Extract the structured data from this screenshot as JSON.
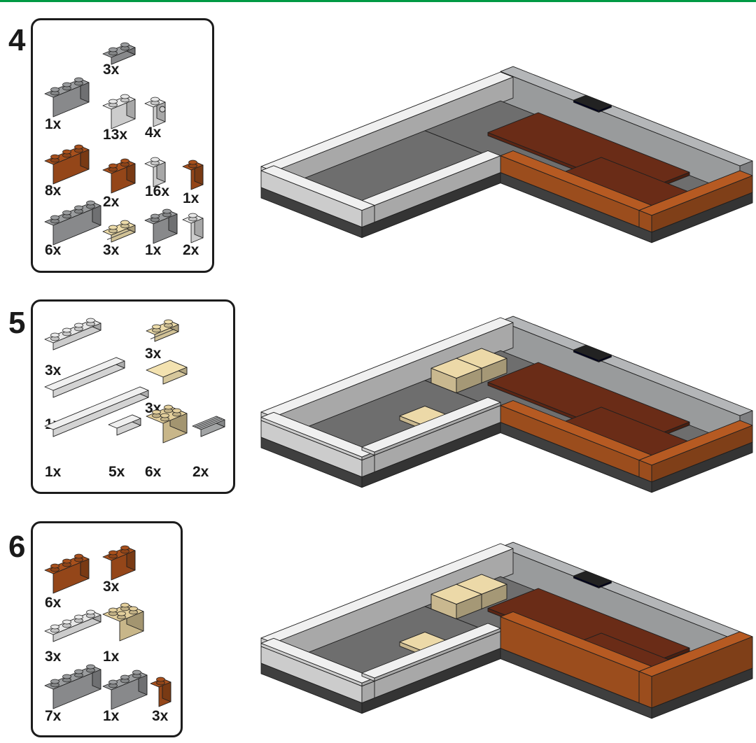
{
  "accent_color": "#009a44",
  "steps": [
    {
      "number": "4",
      "parts": [
        {
          "qty": "3x",
          "shape": "plate",
          "len": 2,
          "wid": 1,
          "color": "#9a9c9e"
        },
        {
          "qty": "1x",
          "shape": "brick",
          "len": 3,
          "wid": 1,
          "color": "#9a9c9e"
        },
        {
          "qty": "13x",
          "shape": "brick",
          "len": 2,
          "wid": 1,
          "color": "#e8e8e8"
        },
        {
          "qty": "4x",
          "shape": "clip-brick",
          "len": 1,
          "wid": 1,
          "color": "#e8e8e8"
        },
        {
          "qty": "8x",
          "shape": "brick",
          "len": 3,
          "wid": 1,
          "color": "#a8501c"
        },
        {
          "qty": "2x",
          "shape": "brick",
          "len": 2,
          "wid": 1,
          "color": "#a8501c"
        },
        {
          "qty": "16x",
          "shape": "round-brick",
          "len": 1,
          "wid": 1,
          "color": "#e8e8e8"
        },
        {
          "qty": "1x",
          "shape": "brick",
          "len": 1,
          "wid": 1,
          "color": "#a8501c"
        },
        {
          "qty": "6x",
          "shape": "brick",
          "len": 4,
          "wid": 1,
          "color": "#9a9c9e"
        },
        {
          "qty": "3x",
          "shape": "rail-plate",
          "len": 2,
          "wid": 1,
          "color": "#eddcaa"
        },
        {
          "qty": "1x",
          "shape": "brick",
          "len": 2,
          "wid": 1,
          "color": "#9a9c9e"
        },
        {
          "qty": "2x",
          "shape": "brick",
          "len": 1,
          "wid": 1,
          "color": "#e8e8e8"
        }
      ]
    },
    {
      "number": "5",
      "parts": [
        {
          "qty": "3x",
          "shape": "plate",
          "len": 4,
          "wid": 1,
          "color": "#e8e8e8"
        },
        {
          "qty": "1x",
          "shape": "tile",
          "len": 6,
          "wid": 1,
          "color": "#f0f0f0"
        },
        {
          "qty": "1x",
          "shape": "tile",
          "len": 8,
          "wid": 1,
          "color": "#f0f0f0"
        },
        {
          "qty": "5x",
          "shape": "tile",
          "len": 2,
          "wid": 1,
          "color": "#f0f0f0"
        },
        {
          "qty": "3x",
          "shape": "rail-plate",
          "len": 2,
          "wid": 1,
          "color": "#eddcaa"
        },
        {
          "qty": "3x",
          "shape": "tile",
          "len": 2,
          "wid": 2,
          "color": "#f3e2b0"
        },
        {
          "qty": "6x",
          "shape": "brick",
          "len": 2,
          "wid": 2,
          "color": "#e3cf9c"
        },
        {
          "qty": "2x",
          "shape": "grille",
          "len": 2,
          "wid": 1,
          "color": "#b8babc"
        }
      ]
    },
    {
      "number": "6",
      "parts": [
        {
          "qty": "6x",
          "shape": "brick",
          "len": 3,
          "wid": 1,
          "color": "#a8501c"
        },
        {
          "qty": "3x",
          "shape": "brick",
          "len": 2,
          "wid": 1,
          "color": "#a8501c"
        },
        {
          "qty": "3x",
          "shape": "plate",
          "len": 4,
          "wid": 1,
          "color": "#e8e8e8"
        },
        {
          "qty": "1x",
          "shape": "brick",
          "len": 2,
          "wid": 2,
          "color": "#e3cf9c"
        },
        {
          "qty": "7x",
          "shape": "brick",
          "len": 4,
          "wid": 1,
          "color": "#9a9c9e"
        },
        {
          "qty": "1x",
          "shape": "brick",
          "len": 3,
          "wid": 1,
          "color": "#9a9c9e"
        },
        {
          "qty": "3x",
          "shape": "brick",
          "len": 1,
          "wid": 1,
          "color": "#a8501c"
        }
      ]
    }
  ]
}
